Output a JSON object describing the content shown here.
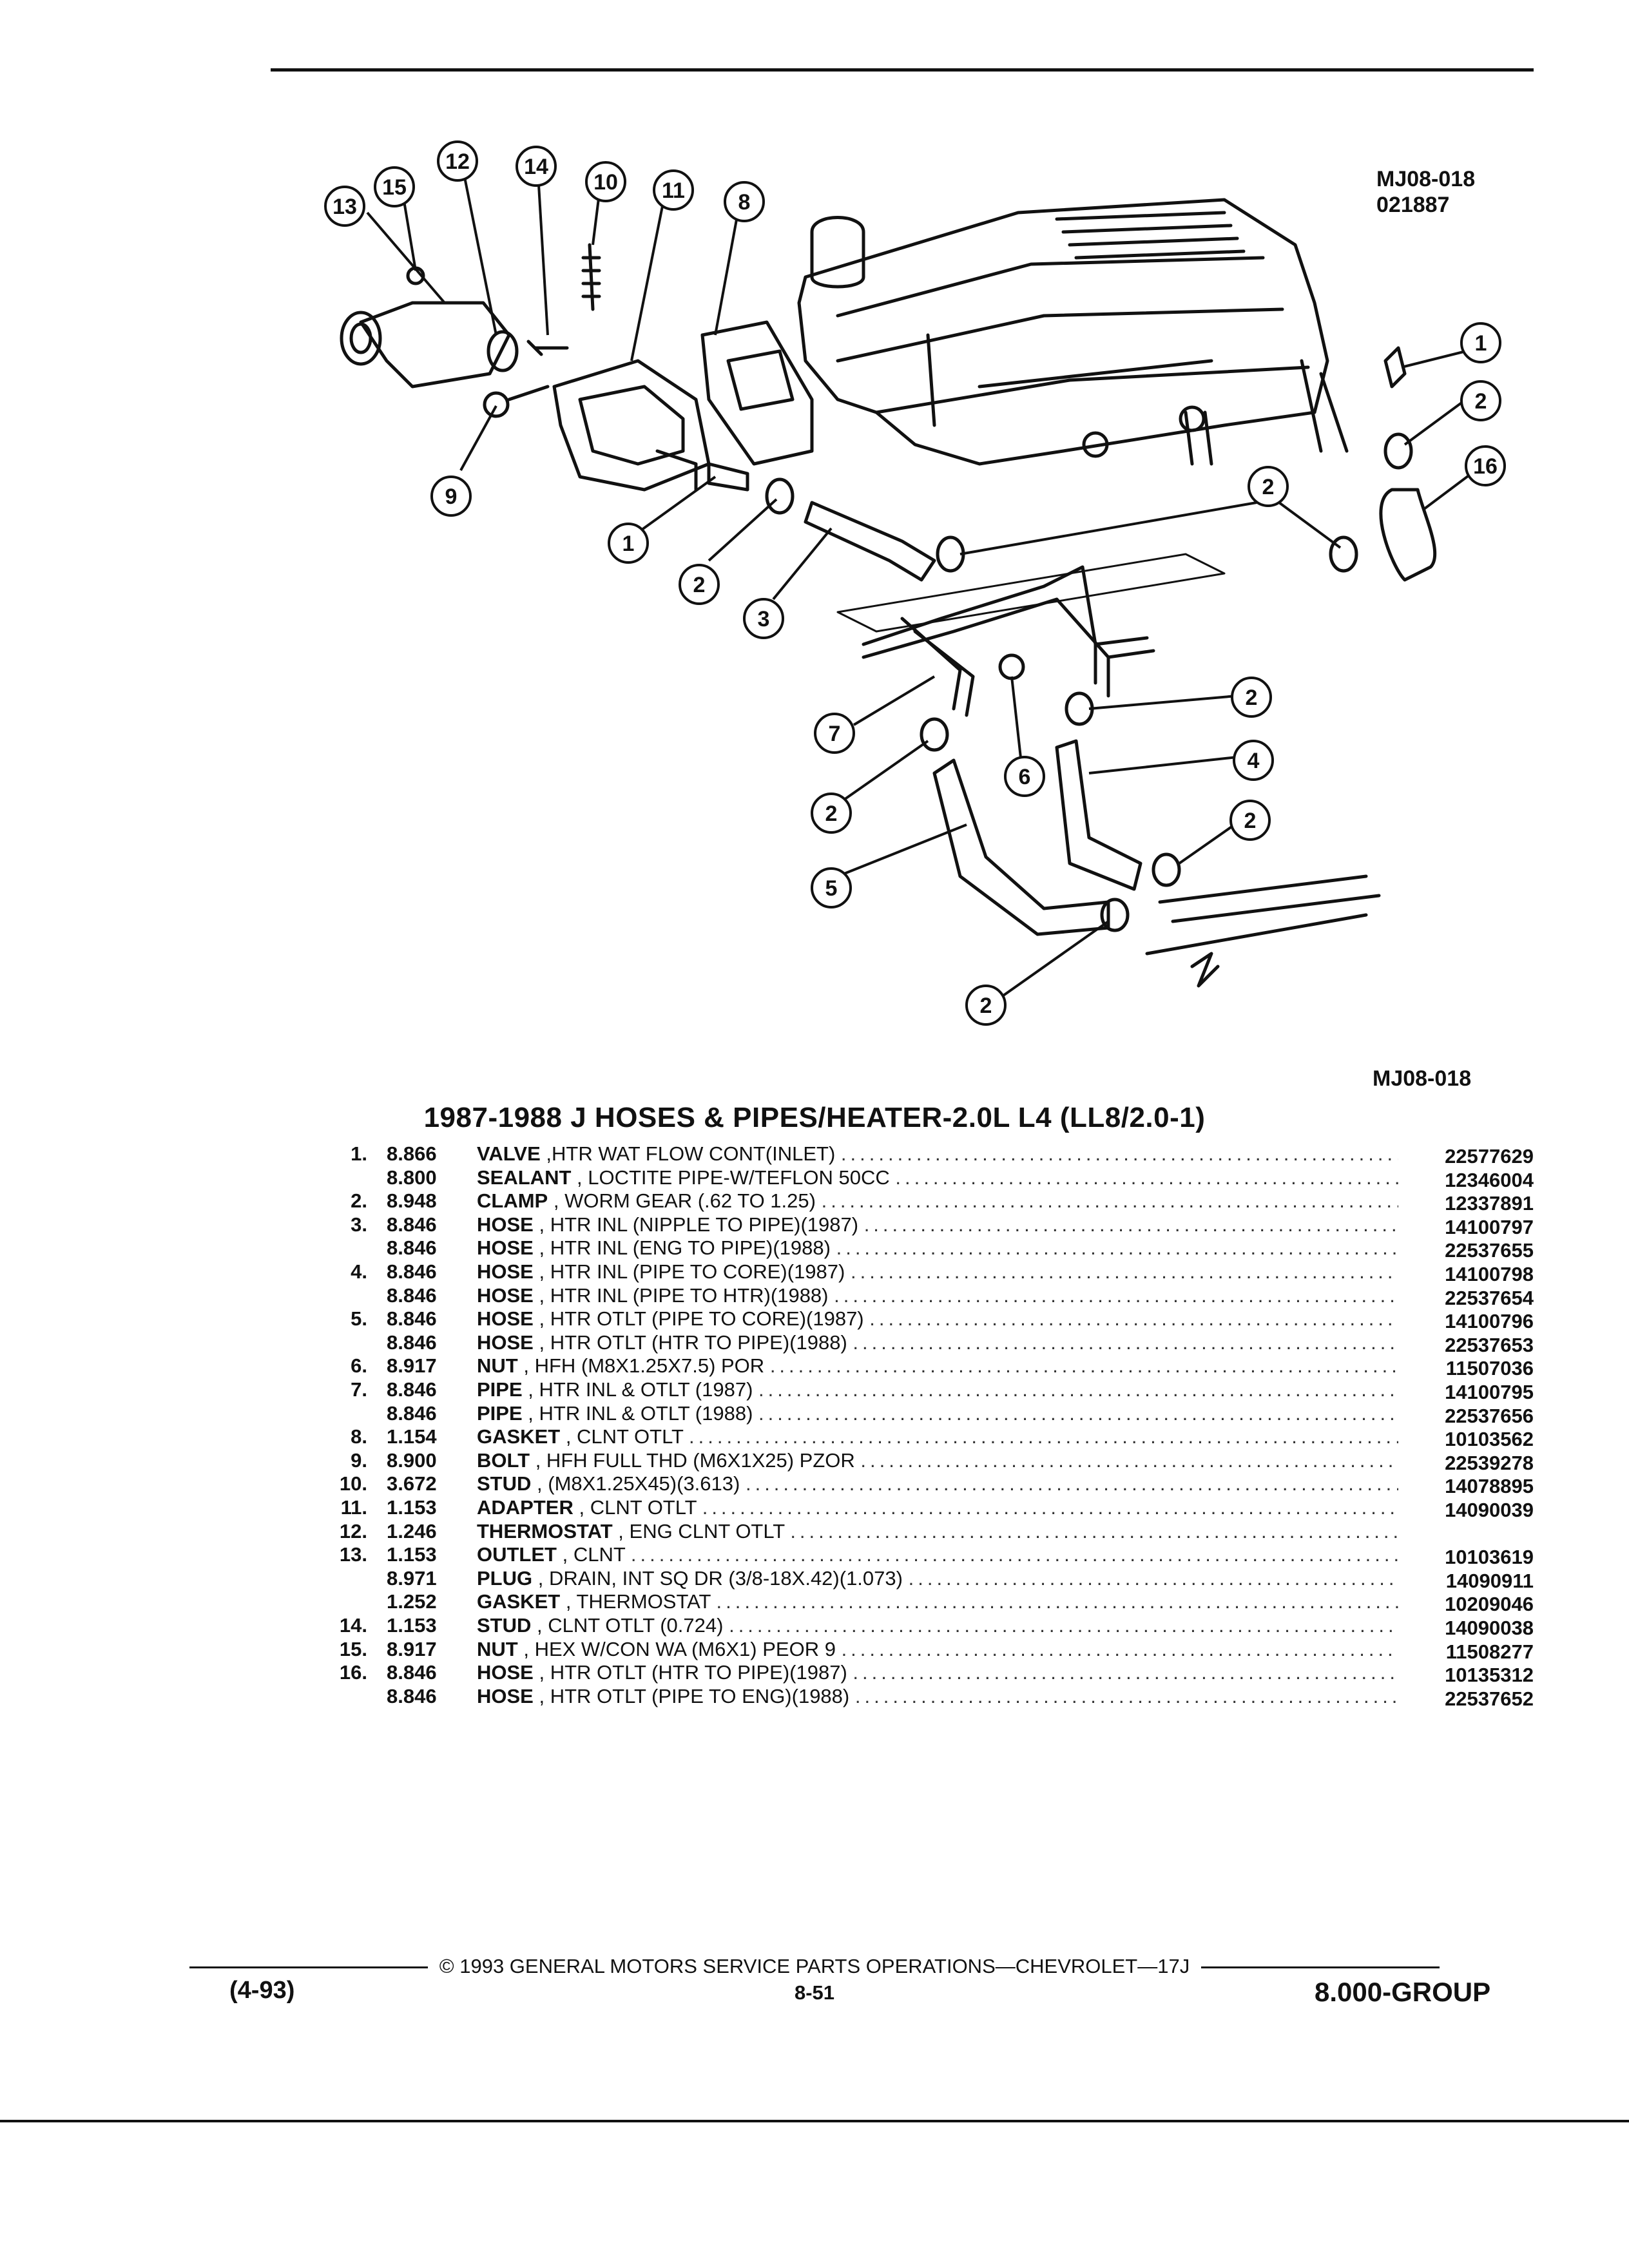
{
  "figure": {
    "id": "MJ08-018",
    "date_code": "021887",
    "caption_id": "MJ08-018"
  },
  "callouts": [
    "1",
    "2",
    "3",
    "4",
    "5",
    "6",
    "7",
    "8",
    "9",
    "10",
    "11",
    "12",
    "13",
    "14",
    "15",
    "16"
  ],
  "title": "1987-1988 J HOSES & PIPES/HEATER-2.0L L4 (LL8/2.0-1)",
  "parts": [
    {
      "num": "1.",
      "grp": "8.866",
      "name": "VALVE",
      "desc": ",HTR WAT FLOW CONT(INLET)",
      "pno": "22577629"
    },
    {
      "num": "",
      "grp": "8.800",
      "name": "SEALANT",
      "desc": ", LOCTITE PIPE-W/TEFLON 50CC",
      "pno": "12346004"
    },
    {
      "num": "2.",
      "grp": "8.948",
      "name": "CLAMP",
      "desc": ", WORM GEAR (.62 TO 1.25)",
      "pno": "12337891"
    },
    {
      "num": "3.",
      "grp": "8.846",
      "name": "HOSE",
      "desc": ", HTR INL (NIPPLE TO PIPE)(1987)",
      "pno": "14100797"
    },
    {
      "num": "",
      "grp": "8.846",
      "name": "HOSE",
      "desc": ", HTR INL (ENG TO PIPE)(1988)",
      "pno": "22537655"
    },
    {
      "num": "4.",
      "grp": "8.846",
      "name": "HOSE",
      "desc": ", HTR INL (PIPE TO CORE)(1987)",
      "pno": "14100798"
    },
    {
      "num": "",
      "grp": "8.846",
      "name": "HOSE",
      "desc": ", HTR INL (PIPE TO HTR)(1988)",
      "pno": "22537654"
    },
    {
      "num": "5.",
      "grp": "8.846",
      "name": "HOSE",
      "desc": ", HTR OTLT (PIPE TO CORE)(1987)",
      "pno": "14100796"
    },
    {
      "num": "",
      "grp": "8.846",
      "name": "HOSE",
      "desc": ", HTR OTLT (HTR TO PIPE)(1988)",
      "pno": "22537653"
    },
    {
      "num": "6.",
      "grp": "8.917",
      "name": "NUT",
      "desc": ", HFH (M8X1.25X7.5) POR",
      "pno": "11507036"
    },
    {
      "num": "7.",
      "grp": "8.846",
      "name": "PIPE",
      "desc": ", HTR INL & OTLT (1987)",
      "pno": "14100795"
    },
    {
      "num": "",
      "grp": "8.846",
      "name": "PIPE",
      "desc": ", HTR INL & OTLT (1988)",
      "pno": "22537656"
    },
    {
      "num": "8.",
      "grp": "1.154",
      "name": "GASKET",
      "desc": ", CLNT OTLT",
      "pno": "10103562"
    },
    {
      "num": "9.",
      "grp": "8.900",
      "name": "BOLT",
      "desc": ", HFH FULL THD (M6X1X25) PZOR",
      "pno": "22539278"
    },
    {
      "num": "10.",
      "grp": "3.672",
      "name": "STUD",
      "desc": ", (M8X1.25X45)(3.613)",
      "pno": "14078895"
    },
    {
      "num": "11.",
      "grp": "1.153",
      "name": "ADAPTER",
      "desc": ", CLNT OTLT",
      "pno": "14090039"
    },
    {
      "num": "12.",
      "grp": "1.246",
      "name": "THERMOSTAT",
      "desc": ", ENG CLNT OTLT",
      "pno": ""
    },
    {
      "num": "13.",
      "grp": "1.153",
      "name": "OUTLET",
      "desc": ", CLNT",
      "pno": "10103619"
    },
    {
      "num": "",
      "grp": "8.971",
      "name": "PLUG",
      "desc": ", DRAIN, INT SQ DR (3/8-18X.42)(1.073)",
      "pno": "14090911"
    },
    {
      "num": "",
      "grp": "1.252",
      "name": "GASKET",
      "desc": ", THERMOSTAT",
      "pno": "10209046"
    },
    {
      "num": "14.",
      "grp": "1.153",
      "name": "STUD",
      "desc": ", CLNT OTLT (0.724)",
      "pno": "14090038"
    },
    {
      "num": "15.",
      "grp": "8.917",
      "name": "NUT",
      "desc": ", HEX W/CON WA (M6X1) PEOR 9",
      "pno": "11508277"
    },
    {
      "num": "16.",
      "grp": "8.846",
      "name": "HOSE",
      "desc": ", HTR OTLT (HTR TO PIPE)(1987)",
      "pno": "10135312"
    },
    {
      "num": "",
      "grp": "8.846",
      "name": "HOSE",
      "desc": ", HTR OTLT (PIPE TO ENG)(1988)",
      "pno": "22537652"
    }
  ],
  "footer": {
    "revision": "(4-93)",
    "copyright": "© 1993 GENERAL MOTORS SERVICE PARTS OPERATIONS—CHEVROLET—17J",
    "page": "8-51",
    "group": "8.000-GROUP"
  }
}
